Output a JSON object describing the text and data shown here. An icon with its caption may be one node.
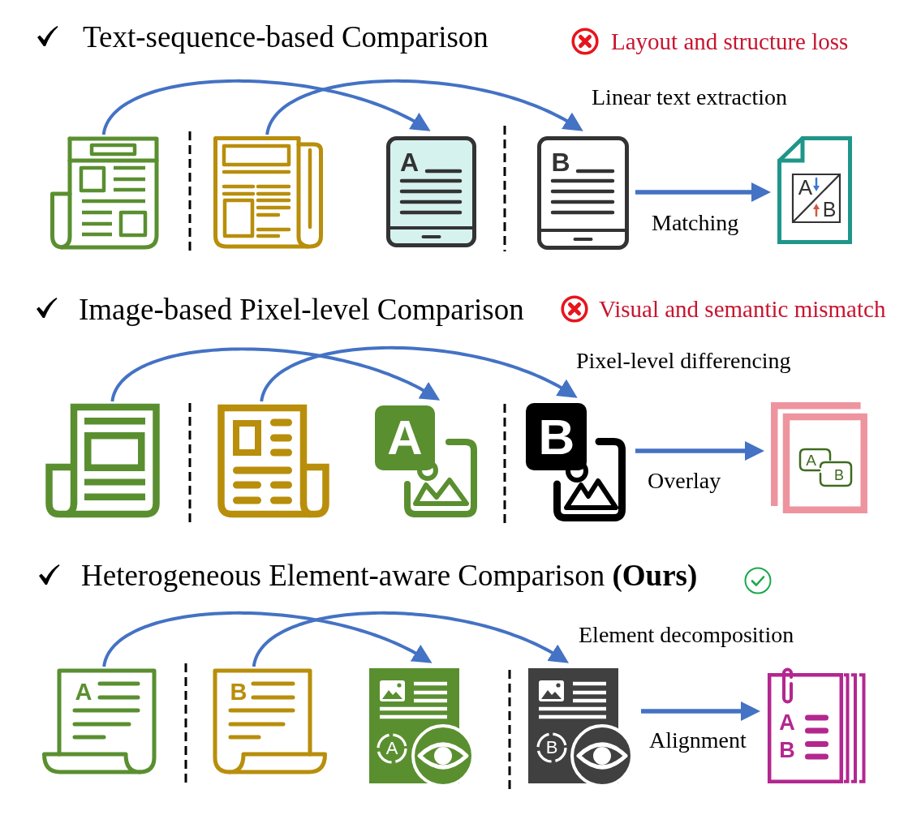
{
  "diagram": {
    "nodes": [
      {
        "text": [],
        "shape": "picture"
      },
      {
        "text": [],
        "shape": "picture"
      },
      {
        "text": [
          "A"
        ]
      },
      {
        "text": [
          "B"
        ]
      },
      {
        "text": [
          "A",
          "B"
        ]
      },
      {
        "text": [],
        "shape": "picture"
      },
      {
        "text": [],
        "shape": "picture"
      },
      {
        "text": [
          "A"
        ]
      },
      {
        "text": [
          "B"
        ]
      },
      {
        "text": [
          "A",
          "B"
        ]
      },
      {
        "text": [
          "A"
        ]
      },
      {
        "text": [
          "B"
        ]
      },
      {
        "text": [
          "A"
        ]
      },
      {
        "text": [
          "B"
        ]
      },
      {
        "text": [
          "A",
          "B"
        ]
      }
    ],
    "edges": [
      {
        "from": 0,
        "to": 2,
        "arrow": "to"
      },
      {
        "from": 1,
        "to": 3,
        "arrow": "to"
      },
      {
        "from": 3,
        "to": 4,
        "arrow": "to",
        "label": "Matching"
      },
      {
        "from": 5,
        "to": 7,
        "arrow": "to"
      },
      {
        "from": 6,
        "to": 8,
        "arrow": "to"
      },
      {
        "from": 8,
        "to": 9,
        "arrow": "to",
        "label": "Overlay"
      },
      {
        "from": 10,
        "to": 12,
        "arrow": "to"
      },
      {
        "from": 11,
        "to": 13,
        "arrow": "to"
      },
      {
        "from": 13,
        "to": 14,
        "arrow": "to",
        "label": "Alignment"
      }
    ],
    "labels": [
      "Text-sequence-based Comparison",
      "Layout and structure loss",
      "Linear text extraction",
      "Image-based Pixel-level Comparison",
      "Visual and semantic mismatch",
      "Pixel-level differencing",
      "Heterogeneous Element-aware Comparison **(Ours)**",
      "Element decomposition"
    ]
  }
}
